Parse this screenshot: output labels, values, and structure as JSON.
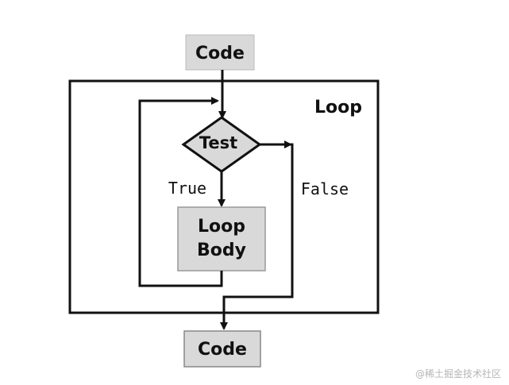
{
  "diagram": {
    "top_code_label": "Code",
    "loop_label": "Loop",
    "test_label": "Test",
    "true_label": "True",
    "false_label": "False",
    "body_label_line1": "Loop",
    "body_label_line2": "Body",
    "bottom_code_label": "Code"
  },
  "watermark": "@稀土掘金技术社区",
  "colors": {
    "box_fill": "#d9d9d9",
    "stroke": "#111111",
    "background": "#ffffff"
  }
}
